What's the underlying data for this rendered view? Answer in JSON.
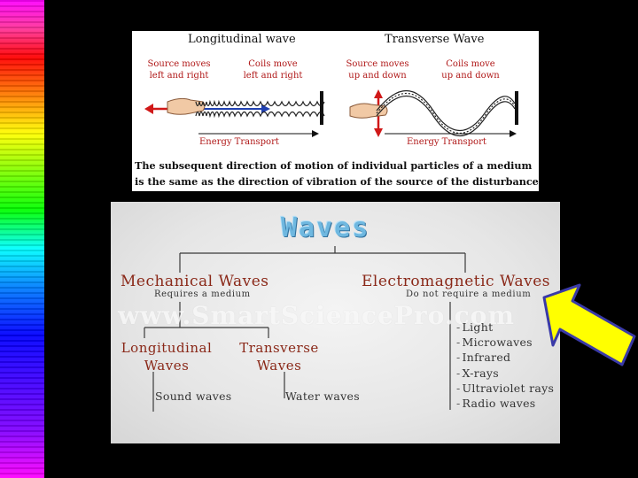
{
  "colors": {
    "background": "#000000",
    "caption_red": "#b01818",
    "category_red": "#8a2818",
    "waves_blue": "#6fb8e0",
    "arrow_yellow": "#ffff00"
  },
  "top_panel": {
    "longitudinal": {
      "title": "Longitudinal wave",
      "source_line1": "Source moves",
      "source_line2": "left and right",
      "coils_line1": "Coils move",
      "coils_line2": "left and right",
      "energy": "Energy Transport"
    },
    "transverse": {
      "title": "Transverse Wave",
      "source_line1": "Source moves",
      "source_line2": "up and down",
      "coils_line1": "Coils move",
      "coils_line2": "up and down",
      "energy": "Energy Transport"
    },
    "caption_line1": "The subsequent direction of motion of individual particles of a medium",
    "caption_line2": "is the same as the direction of vibration of the source of the disturbance."
  },
  "bottom_panel": {
    "title": "Waves",
    "watermark": "www.SmartSciencePro.com",
    "mechanical": {
      "label": "Mechanical Waves",
      "note": "Requires a medium",
      "longitudinal_line1": "Longitudinal",
      "longitudinal_line2": "Waves",
      "longitudinal_example": "Sound waves",
      "transverse_line1": "Transverse",
      "transverse_line2": "Waves",
      "transverse_example": "Water waves"
    },
    "electromagnetic": {
      "label": "Electromagnetic Waves",
      "note": "Do not require a medium",
      "examples": [
        "Light",
        "Microwaves",
        "Infrared",
        "X-rays",
        "Ultraviolet rays",
        "Radio waves"
      ]
    }
  },
  "pointer_arrow": {
    "icon": "yellow-arrow-icon",
    "color": "#ffff00"
  }
}
